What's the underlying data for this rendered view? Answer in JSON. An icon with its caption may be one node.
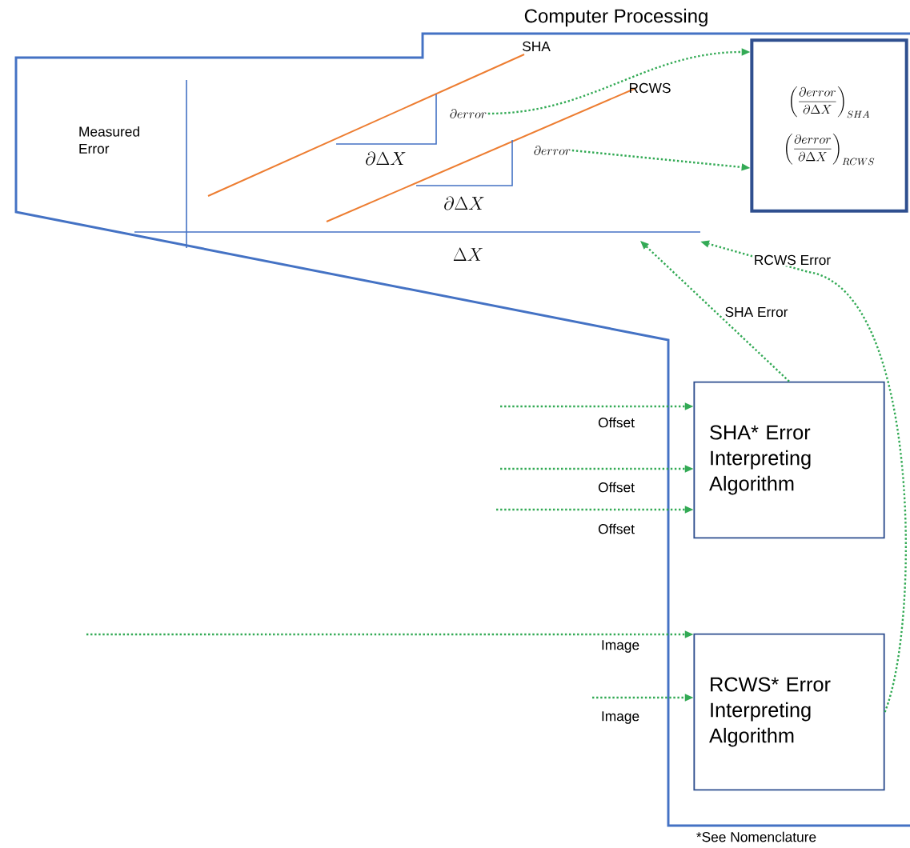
{
  "diagram": {
    "nodes": [
      {
        "text": [
          "Computer Processing"
        ]
      },
      {
        "text": [
          "\\left(\\frac{\\partial error}{\\partial \\Delta X}\\right)_{SHA}",
          "\\left(\\frac{\\partial error}{\\partial \\Delta X}\\right)_{RCWS}"
        ],
        "in": 0
      },
      {
        "text": [
          "\\partial error"
        ],
        "in": 0
      },
      {
        "text": [
          "\\partial error"
        ],
        "in": 0
      },
      {
        "text": [
          "SHA* Error Interpreting Algorithm"
        ],
        "in": 0
      },
      {
        "text": [
          "RCWS* Error Interpreting Algorithm"
        ],
        "in": 0
      },
      {
        "text": [],
        "shape": "line",
        "in": 0
      }
    ],
    "edges": [
      {
        "from": 2,
        "to": 1,
        "arrow": "to"
      },
      {
        "from": 3,
        "to": 1,
        "arrow": "to"
      },
      {
        "from": 4,
        "to": 6,
        "arrow": "to",
        "label": "SHA Error"
      },
      {
        "from": 5,
        "to": 6,
        "arrow": "to",
        "label": "RCWS Error"
      },
      {
        "from": null,
        "to": 4,
        "arrow": "to",
        "label": "Offset"
      },
      {
        "from": null,
        "to": 4,
        "arrow": "to",
        "label": "Offset"
      },
      {
        "from": null,
        "to": 4,
        "arrow": "to",
        "label": "Offset"
      },
      {
        "from": null,
        "to": 5,
        "arrow": "to",
        "label": "Image"
      },
      {
        "from": null,
        "to": 5,
        "arrow": "to",
        "label": "Image"
      }
    ],
    "labels": [
      "SHA",
      "RCWS",
      "Measured Error",
      "\\partial\\Delta X",
      "\\partial\\Delta X",
      "\\Delta X",
      "*See Nomenclature"
    ]
  }
}
